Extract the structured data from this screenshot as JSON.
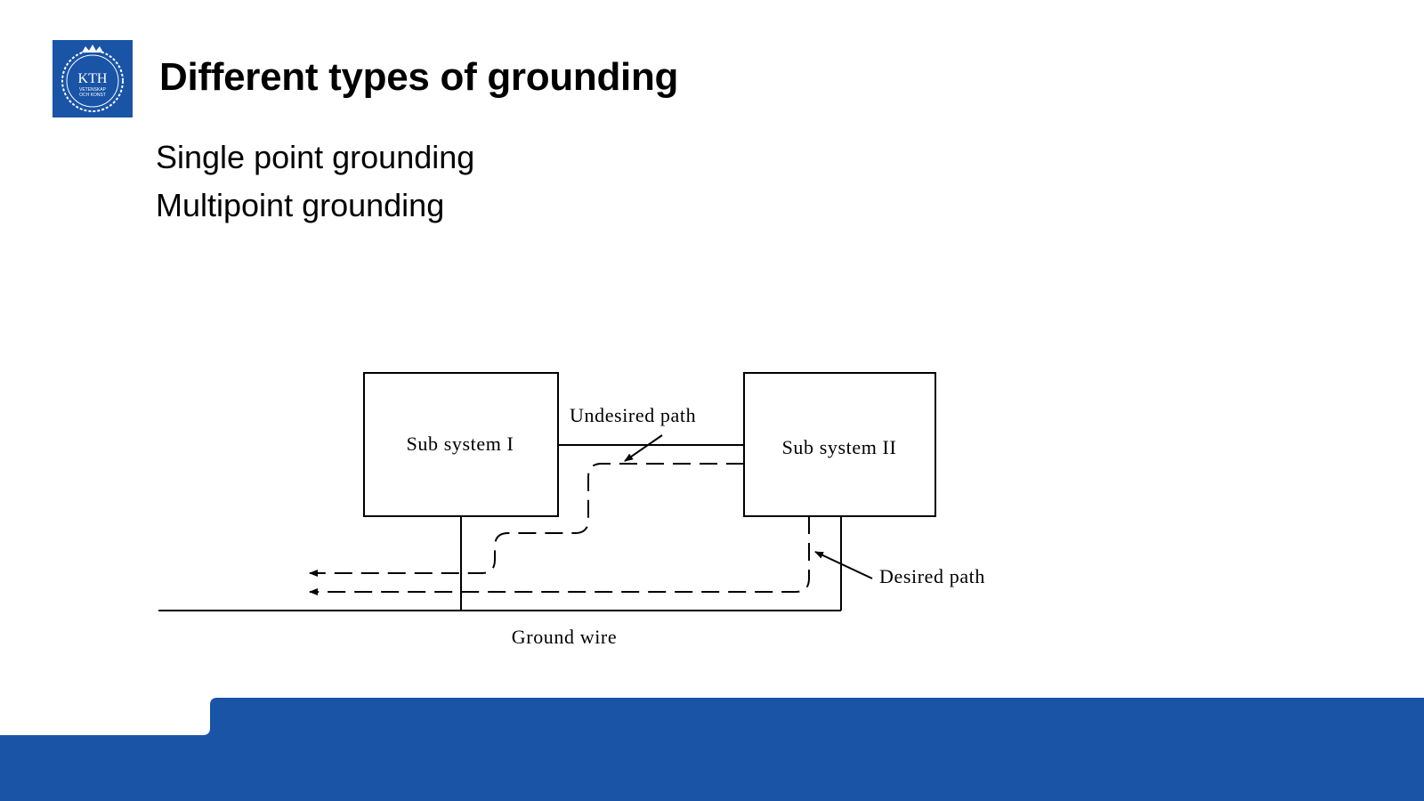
{
  "logo": {
    "text": "KTH",
    "motto": [
      "VETENSKAP",
      "OCH KONST"
    ],
    "color": "#1954a6"
  },
  "slide": {
    "title": "Different types of grounding",
    "bullets": [
      "Single point grounding",
      "Multipoint grounding"
    ]
  },
  "diagram": {
    "subsystem1_label": "Sub system I",
    "subsystem2_label": "Sub system II",
    "undesired_label": "Undesired path",
    "desired_label": "Desired path",
    "ground_label": "Ground wire"
  },
  "colors": {
    "accent": "#1954a6",
    "text": "#000000",
    "background": "#ffffff"
  }
}
